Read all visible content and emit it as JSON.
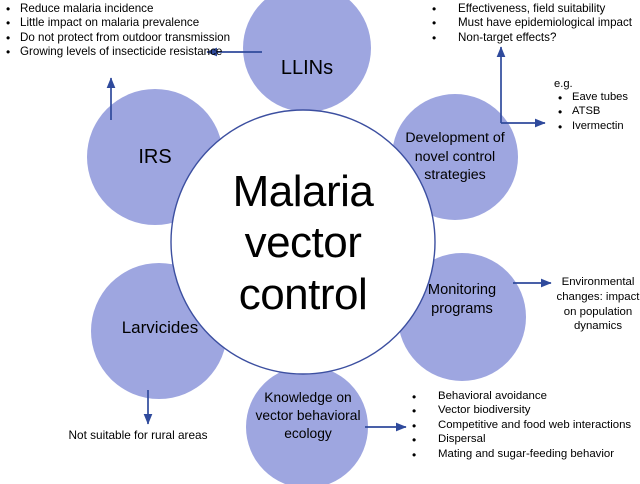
{
  "diagram": {
    "title": "Malaria vector control",
    "center": {
      "label_lines": "Malaria\nvector\ncontrol",
      "fill": "#ffffff",
      "stroke": "#3c4fa0"
    },
    "colors": {
      "circle_fill": "#9ea6e0",
      "arrow": "#2f4a9c",
      "text": "#000000"
    },
    "nodes": [
      {
        "id": "llins",
        "label": "LLINs"
      },
      {
        "id": "irs",
        "label": "IRS"
      },
      {
        "id": "novel",
        "label": "Development\nof novel\ncontrol\nstrategies"
      },
      {
        "id": "monitoring",
        "label": "Monitoring\nprograms"
      },
      {
        "id": "knowledge",
        "label": "Knowledge\non vector\nbehavioral\necology"
      },
      {
        "id": "larvicides",
        "label": "Larvicides"
      }
    ],
    "annotations": {
      "llins_bullets": [
        "Reduce malaria incidence",
        "Little impact on malaria prevalence",
        "Do not protect from outdoor transmission",
        "Growing levels of insecticide  resistance"
      ],
      "novel_bullets": [
        "Effectiveness, field suitability",
        "Must have epidemiological  impact",
        "Non-target effects?"
      ],
      "novel_examples_label": "e.g.",
      "novel_examples": [
        "Eave tubes",
        "ATSB",
        "Ivermectin"
      ],
      "monitoring_note": "Environmental changes: impact on population dynamics",
      "knowledge_bullets": [
        "Behavioral avoidance",
        "Vector biodiversity",
        "Competitive  and food  web interactions",
        "Dispersal",
        "Mating and sugar-feeding  behavior"
      ],
      "larvicides_note": "Not suitable for rural areas",
      "bullet_glyph": "•"
    }
  }
}
